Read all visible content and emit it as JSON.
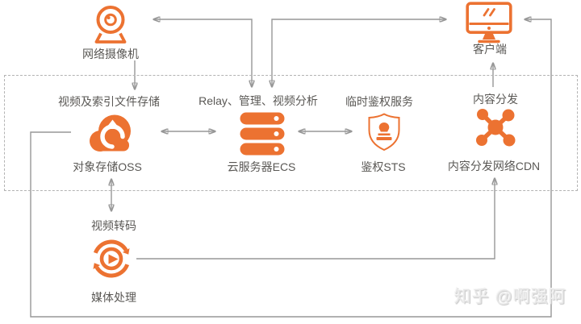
{
  "nodes": {
    "camera": {
      "label": "网络摄像机",
      "icon": "webcam-icon"
    },
    "client": {
      "label": "客户端",
      "icon": "monitor-icon"
    },
    "oss": {
      "caption": "视频及索引文件存储",
      "label": "对象存储OSS",
      "icon": "cloud-upload-icon"
    },
    "ecs": {
      "caption": "Relay、管理、视频分析",
      "label": "云服务器ECS",
      "icon": "server-stack-icon"
    },
    "sts": {
      "caption": "临时鉴权服务",
      "label": "鉴权STS",
      "icon": "shield-stamp-icon"
    },
    "cdn": {
      "caption": "内容分发",
      "label": "内容分发网络CDN",
      "icon": "network-nodes-icon"
    },
    "mts": {
      "caption": "视频转码",
      "label": "媒体处理",
      "icon": "media-transcode-icon"
    }
  },
  "connections": [
    {
      "from": "camera",
      "to": "oss",
      "arrows": "one-way"
    },
    {
      "from": "ecs",
      "to": "camera",
      "arrows": "two-way"
    },
    {
      "from": "ecs",
      "to": "client",
      "arrows": "two-way"
    },
    {
      "from": "oss",
      "to": "ecs",
      "arrows": "two-way"
    },
    {
      "from": "ecs",
      "to": "sts",
      "arrows": "two-way"
    },
    {
      "from": "oss",
      "to": "mts",
      "arrows": "two-way"
    },
    {
      "from": "mts",
      "to": "cdn",
      "arrows": "one-way"
    },
    {
      "from": "cdn",
      "to": "client",
      "arrows": "one-way"
    },
    {
      "from": "oss",
      "to": "client",
      "arrows": "one-way"
    }
  ],
  "watermark": {
    "text": "知乎 @啊强阿"
  },
  "colors": {
    "accent": "#EC7231",
    "connector": "#979797",
    "boundary": "#b3b3b3",
    "text": "#5a5855",
    "watermark": "#e6e6e6",
    "background": "#ffffff"
  }
}
